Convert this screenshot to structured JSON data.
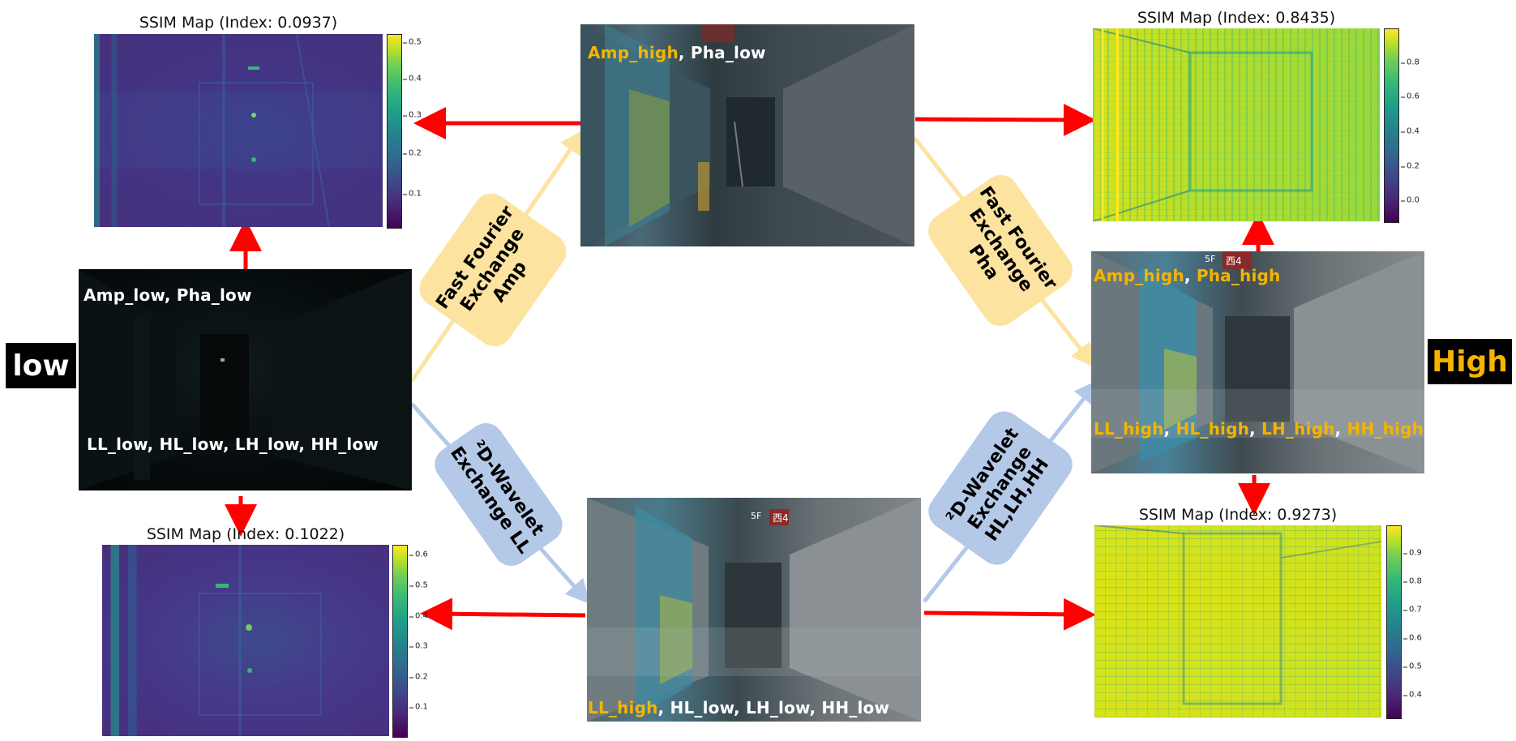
{
  "side_labels": {
    "low": "low",
    "high": "High"
  },
  "colors": {
    "accent_yellow": "#f4b400",
    "arrow_red": "#ff0000",
    "fft_pill": "#fde3a0",
    "wavelet_pill": "#b4c8e8"
  },
  "ssim_maps": {
    "top_left": {
      "title": "SSIM Map (Index: 0.0937)",
      "ticks": [
        "0.5",
        "0.4",
        "0.3",
        "0.2",
        "0.1"
      ]
    },
    "bottom_left": {
      "title": "SSIM Map (Index: 0.1022)",
      "ticks": [
        "0.6",
        "0.5",
        "0.4",
        "0.3",
        "0.2",
        "0.1"
      ]
    },
    "top_right": {
      "title": "SSIM Map (Index: 0.8435)",
      "ticks": [
        "0.8",
        "0.6",
        "0.4",
        "0.2",
        "0.0"
      ]
    },
    "bottom_right": {
      "title": "SSIM Map (Index: 0.9273)",
      "ticks": [
        "0.9",
        "0.8",
        "0.7",
        "0.6",
        "0.5",
        "0.4"
      ]
    }
  },
  "images": {
    "low": {
      "top": [
        "Amp_low",
        ", ",
        "Pha_low"
      ],
      "bottom": [
        "LL_low",
        ", ",
        "HL_low",
        ", ",
        "LH_low",
        ", ",
        "HH_low"
      ]
    },
    "fft_amp": {
      "top": [
        "Amp_high",
        ", ",
        "Pha_low"
      ]
    },
    "high": {
      "top": [
        "Amp_high",
        ", ",
        "Pha_high"
      ],
      "bottom": [
        "LL_high",
        ", ",
        "HL_high",
        ", ",
        "LH_high",
        ", ",
        "HH_high"
      ]
    },
    "wavelet_ll": {
      "bottom": [
        "LL_high",
        ", ",
        "HL_low",
        ", ",
        "LH_low",
        ", ",
        "HH_low"
      ]
    },
    "sign_text": {
      "t1": "西4",
      "t2": "5F"
    }
  },
  "pills": {
    "fft_amp": [
      "Fast Fourier",
      "Exchange",
      "Amp"
    ],
    "fft_pha": [
      "Fast Fourier",
      "Exchange",
      "Pha"
    ],
    "wavelet_ll": [
      "²D-Wavelet",
      "Exchange LL"
    ],
    "wavelet_hh": [
      "²D-Wavelet",
      "Exchange",
      "HL,LH,HH"
    ]
  }
}
